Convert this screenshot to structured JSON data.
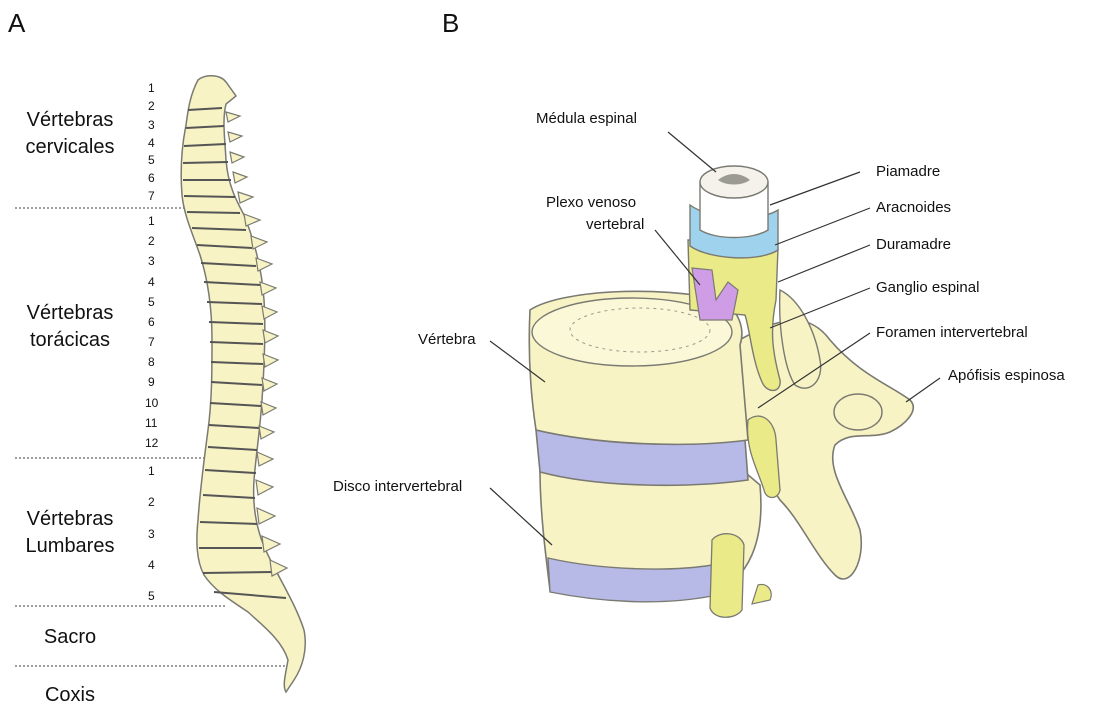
{
  "panels": {
    "a": "A",
    "b": "B"
  },
  "regions": {
    "cervical": [
      "Vértebras",
      "cervicales"
    ],
    "thoracic": [
      "Vértebras",
      "torácicas"
    ],
    "lumbar": [
      "Vértebras",
      "Lumbares"
    ],
    "sacrum": "Sacro",
    "coccyx": "Coxis"
  },
  "vertebra_numbers": {
    "cervical": [
      "1",
      "2",
      "3",
      "4",
      "5",
      "6",
      "7"
    ],
    "thoracic": [
      "1",
      "2",
      "3",
      "4",
      "5",
      "6",
      "7",
      "8",
      "9",
      "10",
      "11",
      "12"
    ],
    "lumbar": [
      "1",
      "2",
      "3",
      "4",
      "5"
    ]
  },
  "labels": {
    "medula": "Médula espinal",
    "plexo_1": "Plexo venoso",
    "plexo_2": "vertebral",
    "piamadre": "Piamadre",
    "aracnoides": "Aracnoides",
    "duramadre": "Duramadre",
    "ganglio": "Ganglio espinal",
    "foramen": "Foramen intervertebral",
    "vertebra": "Vértebra",
    "apofisis": "Apófisis espinosa",
    "disco": "Disco intervertebral"
  },
  "colors": {
    "bone": "#f7f3c4",
    "bone_outline": "#7a7a72",
    "disc": "#b7b9e6",
    "dura": "#eaea88",
    "arachnoid": "#9fd2ec",
    "venous_plexus": "#cf9de6",
    "leader": "#333333"
  }
}
